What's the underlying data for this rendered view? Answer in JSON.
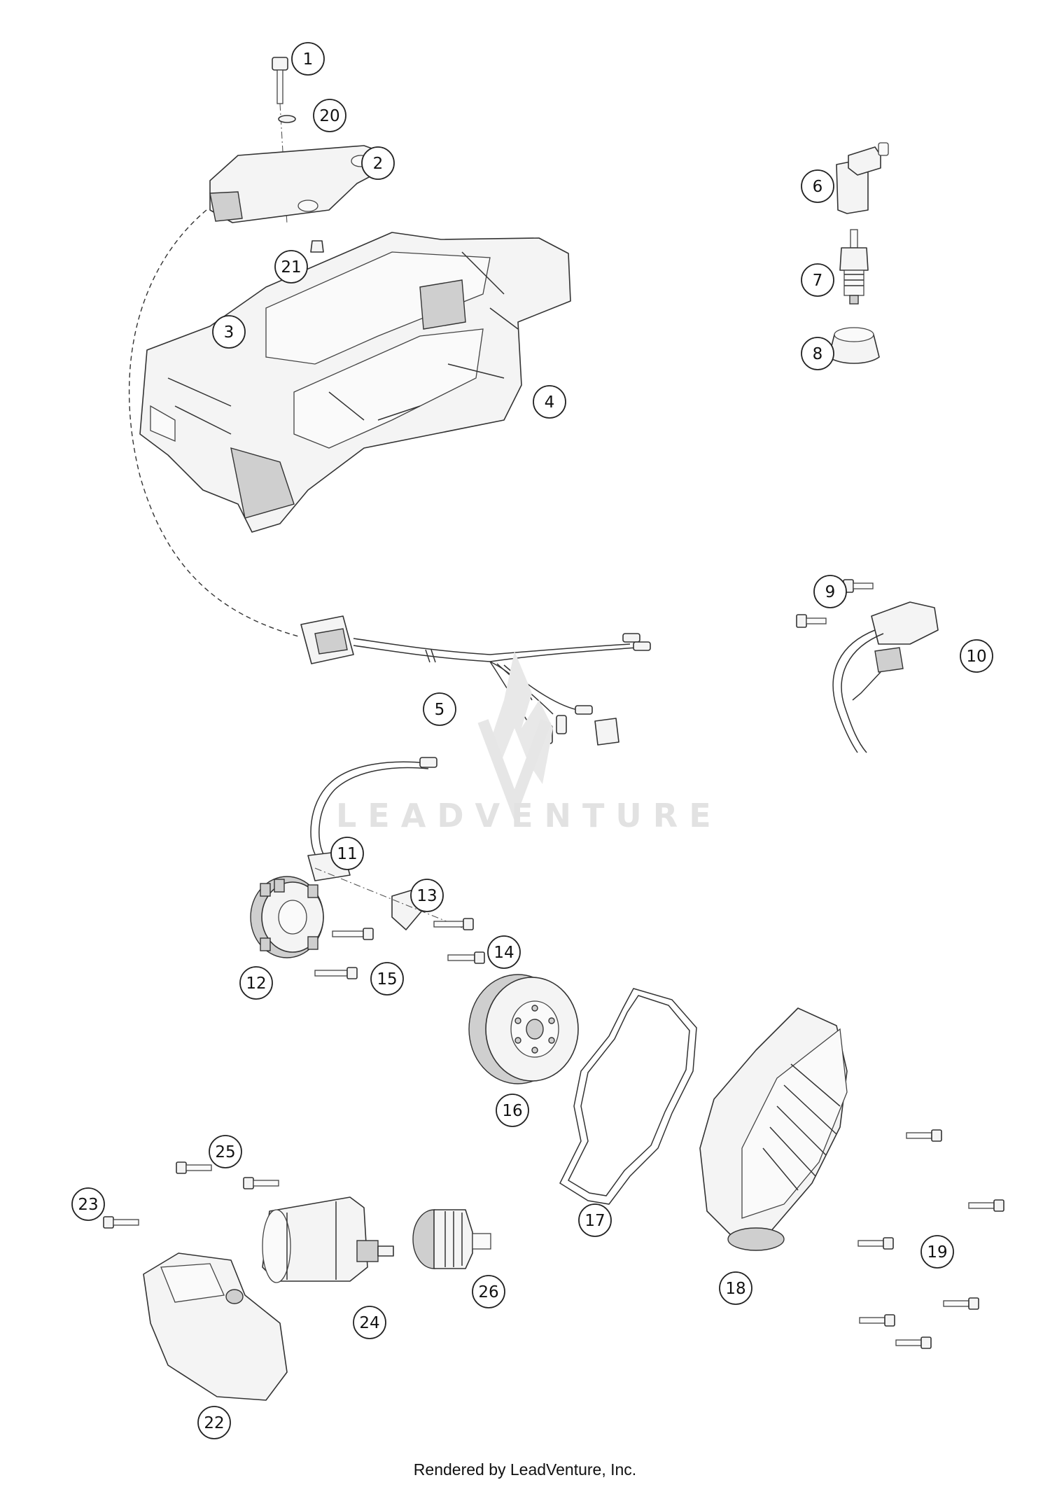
{
  "callouts": [
    "1",
    "2",
    "3",
    "4",
    "5",
    "6",
    "7",
    "8",
    "9",
    "10",
    "11",
    "12",
    "13",
    "14",
    "15",
    "16",
    "17",
    "18",
    "19",
    "20",
    "21",
    "22",
    "23",
    "24",
    "25",
    "26"
  ],
  "watermark": {
    "text": "LEADVENTURE"
  },
  "footer": {
    "text": "Rendered by LeadVenture, Inc."
  }
}
